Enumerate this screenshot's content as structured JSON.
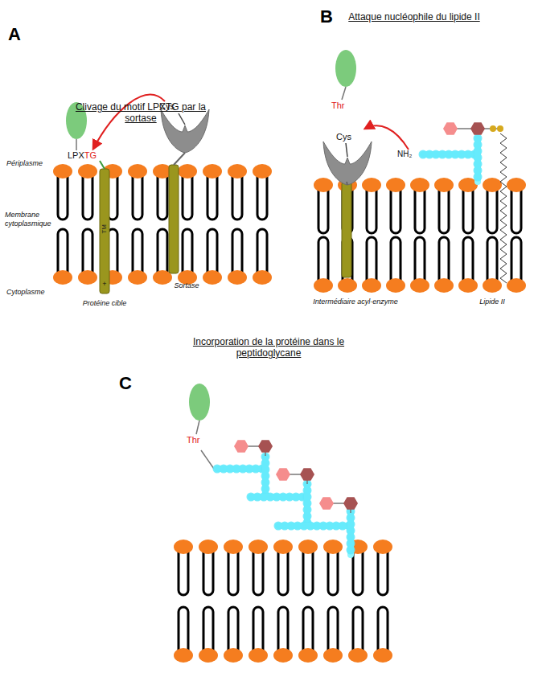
{
  "diagram": {
    "labels": [
      "A",
      "Clivage du motif LPXTG par la sortase",
      "Périplasme",
      "Membrane cytoplasmique",
      "Cytoplasme",
      "LPX",
      "TG",
      "Cys",
      "TM",
      "+",
      "Protéine cible",
      "Sortase",
      "B",
      "Attaque nucléophile du lipide II",
      "Thr",
      "Cys",
      "NH₂",
      "Intermédiaire acyl-enzyme",
      "Lipide II",
      "C",
      "Incorporation de la protéine dans le peptidoglycane",
      "Thr"
    ]
  }
}
